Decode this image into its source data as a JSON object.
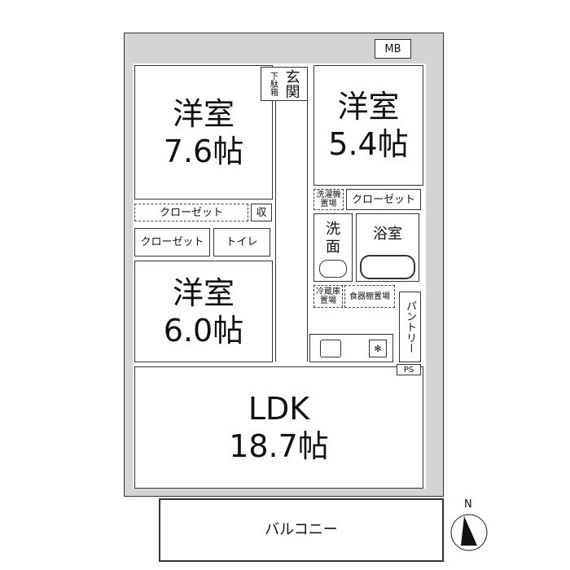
{
  "rooms": {
    "western_1": {
      "name": "洋室",
      "size": "7.6帖"
    },
    "western_2": {
      "name": "洋室",
      "size": "5.4帖"
    },
    "western_3": {
      "name": "洋室",
      "size": "6.0帖"
    },
    "ldk": {
      "name": "LDK",
      "size": "18.7帖"
    },
    "entrance": "玄関",
    "shoe_box": "下駄箱",
    "closet_1": "クローゼット",
    "closet_2": "クローゼット",
    "closet_3": "クローゼット",
    "storage": "収",
    "toilet": "トイレ",
    "washer_space": "洗濯機置場",
    "washroom": "洗面",
    "bathroom": "浴室",
    "fridge_space": "冷蔵庫置場",
    "cupboard_space": "食器棚置場",
    "pantry": "パントリー",
    "ps": "PS",
    "mb": "MB",
    "balcony": "バルコニー"
  },
  "compass": {
    "label": "N"
  }
}
